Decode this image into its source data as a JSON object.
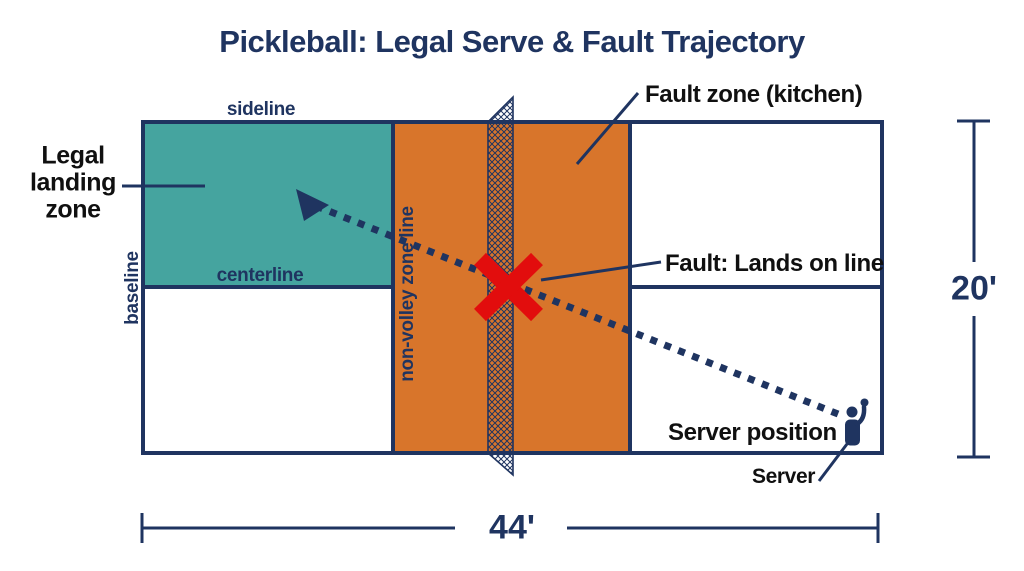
{
  "title": "Pickleball: Legal Serve & Fault Trajectory",
  "court_labels": {
    "sideline": "sideline",
    "baseline": "baseline",
    "centerline": "centerline",
    "non_volley_zone_line": "non-volley zone line"
  },
  "annotations": {
    "legal_landing_zone": {
      "line1": "Legal",
      "line2": "landing",
      "line3": "zone"
    },
    "fault_zone": "Fault zone (kitchen)",
    "fault_lands_on_line": "Fault: Lands on line",
    "server_position": "Server position",
    "server": "Server"
  },
  "dimensions": {
    "court_width": "44'",
    "court_height": "20'"
  },
  "colors": {
    "navy": "#1f3460",
    "teal": "#45a49f",
    "orange": "#d8752b",
    "red": "#e20d0d",
    "label_text": "#101010",
    "background": "#ffffff"
  }
}
